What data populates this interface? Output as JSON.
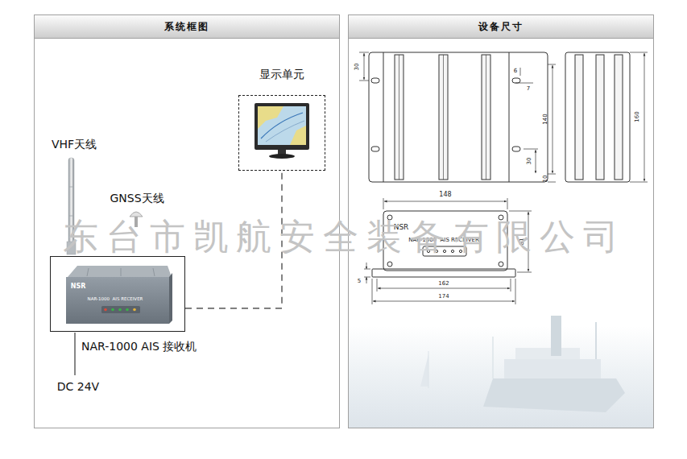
{
  "diagram": {
    "nodes": [
      {
        "text": [
          "系统框图"
        ]
      },
      {
        "text": [
          "显示单元"
        ],
        "in": 0
      },
      {
        "text": [
          "NAR-1000 AIS 接收机"
        ],
        "in": 0
      },
      {
        "text": [
          "设备尺寸"
        ]
      }
    ],
    "edges": [
      {
        "from": 2,
        "to": 1,
        "arrow": "none"
      }
    ],
    "labels": [
      "VHF天线",
      "GNSS天线",
      "NSR",
      "NAR-1000  AIS RECEIVER",
      "DC 24V",
      "30",
      "6",
      "7",
      "140",
      "30",
      "10",
      "160",
      "148",
      "NSR",
      "NAR-1000  AIS RECEIVER",
      "81",
      "5",
      "162",
      "174",
      "东台市凯航安全装备有限公司"
    ]
  }
}
